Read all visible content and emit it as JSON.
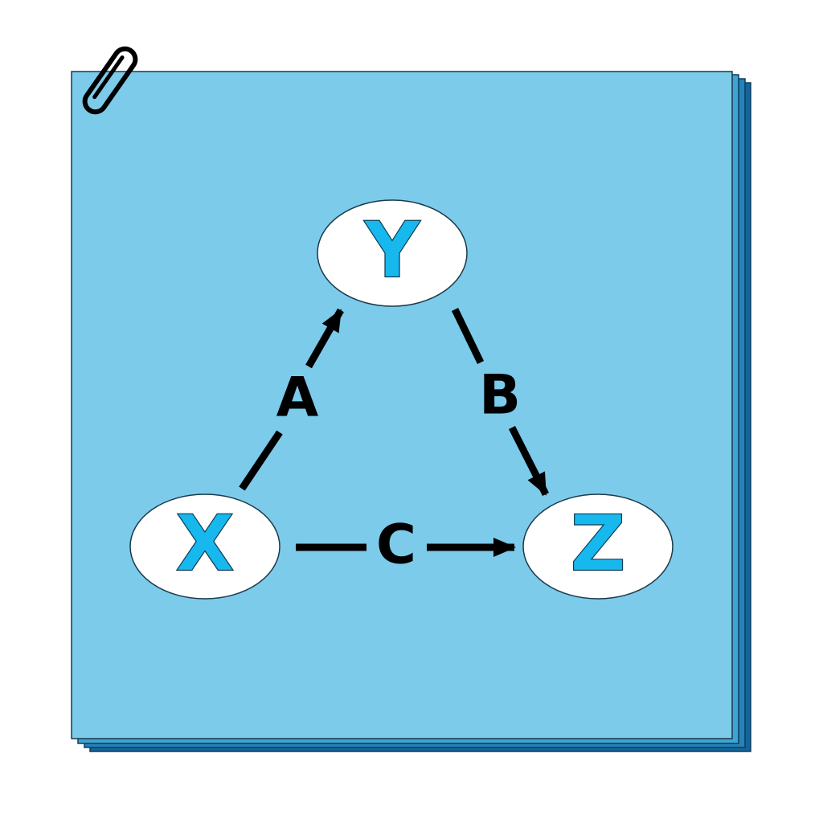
{
  "colors": {
    "background": "#ffffff",
    "paper_front": "#7ccbea",
    "paper_back_1": "#3fa4d3",
    "paper_back_2": "#2583b8",
    "paper_back_3": "#14659b",
    "node_fill": "#ffffff",
    "node_text": "#17b8ee",
    "edge": "#000000"
  },
  "decorations": {
    "paper_stack": "stacked-sheets",
    "clip": "paperclip-icon"
  },
  "diagram": {
    "nodes": {
      "y": {
        "label": "Y"
      },
      "x": {
        "label": "X"
      },
      "z": {
        "label": "Z"
      }
    },
    "edges": {
      "a": {
        "label": "A",
        "from": "X",
        "to": "Y"
      },
      "b": {
        "label": "B",
        "from": "Y",
        "to": "Z"
      },
      "c": {
        "label": "C",
        "from": "X",
        "to": "Z"
      }
    }
  }
}
